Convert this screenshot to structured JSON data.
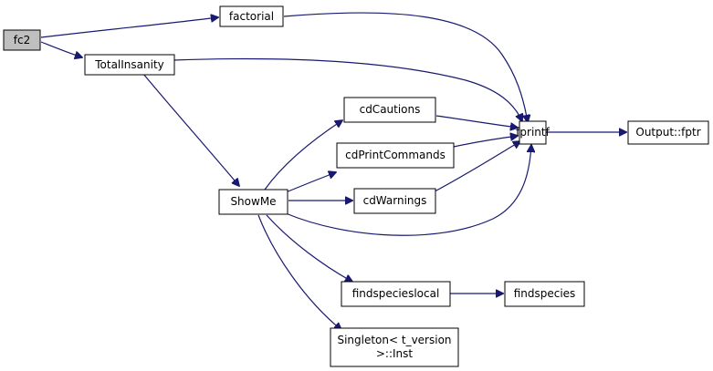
{
  "graph": {
    "nodes": {
      "fc2": {
        "label": "fc2"
      },
      "factorial": {
        "label": "factorial"
      },
      "totalinsanity": {
        "label": "TotalInsanity"
      },
      "showme": {
        "label": "ShowMe"
      },
      "cdcautions": {
        "label": "cdCautions"
      },
      "cdprintcommands": {
        "label": "cdPrintCommands"
      },
      "cdwarnings": {
        "label": "cdWarnings"
      },
      "fprintf": {
        "label": "fprintf"
      },
      "outputfptr": {
        "label": "Output::fptr"
      },
      "findspecieslocal": {
        "label": "findspecieslocal"
      },
      "findspecies": {
        "label": "findspecies"
      },
      "singleton": {
        "label_line1": "Singleton< t_version",
        "label_line2": ">::Inst"
      }
    },
    "edges": [
      [
        "fc2",
        "factorial"
      ],
      [
        "fc2",
        "totalinsanity"
      ],
      [
        "factorial",
        "fprintf"
      ],
      [
        "totalinsanity",
        "fprintf"
      ],
      [
        "totalinsanity",
        "showme"
      ],
      [
        "showme",
        "cdcautions"
      ],
      [
        "showme",
        "cdprintcommands"
      ],
      [
        "showme",
        "cdwarnings"
      ],
      [
        "showme",
        "fprintf"
      ],
      [
        "showme",
        "findspecieslocal"
      ],
      [
        "showme",
        "singleton"
      ],
      [
        "cdcautions",
        "fprintf"
      ],
      [
        "cdprintcommands",
        "fprintf"
      ],
      [
        "cdwarnings",
        "fprintf"
      ],
      [
        "fprintf",
        "outputfptr"
      ],
      [
        "findspecieslocal",
        "findspecies"
      ]
    ],
    "colors": {
      "edge": "#191970",
      "node_fill": "#ffffff",
      "root_fill": "#bfbfbf",
      "node_border": "#000000"
    }
  }
}
